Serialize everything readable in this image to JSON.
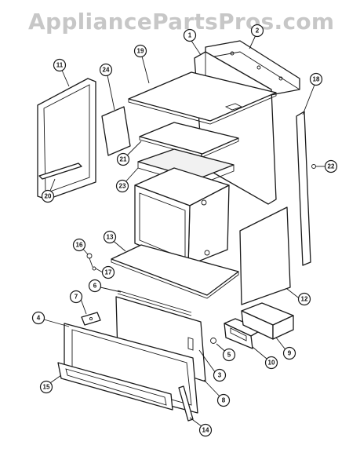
{
  "watermark": "AppliancePartsPros.com",
  "callouts": [
    {
      "id": "c1",
      "label": "1"
    },
    {
      "id": "c2",
      "label": "2"
    },
    {
      "id": "c3",
      "label": "3"
    },
    {
      "id": "c4",
      "label": "4"
    },
    {
      "id": "c5",
      "label": "5"
    },
    {
      "id": "c6",
      "label": "6"
    },
    {
      "id": "c7",
      "label": "7"
    },
    {
      "id": "c8",
      "label": "8"
    },
    {
      "id": "c9",
      "label": "9"
    },
    {
      "id": "c10",
      "label": "10"
    },
    {
      "id": "c11",
      "label": "11"
    },
    {
      "id": "c12",
      "label": "12"
    },
    {
      "id": "c13",
      "label": "13"
    },
    {
      "id": "c14",
      "label": "14"
    },
    {
      "id": "c15",
      "label": "15"
    },
    {
      "id": "c16",
      "label": "16"
    },
    {
      "id": "c17",
      "label": "17"
    },
    {
      "id": "c18",
      "label": "18"
    },
    {
      "id": "c19",
      "label": "19"
    },
    {
      "id": "c20",
      "label": "20"
    },
    {
      "id": "c21",
      "label": "21"
    },
    {
      "id": "c22",
      "label": "22"
    },
    {
      "id": "c23",
      "label": "23"
    },
    {
      "id": "c24",
      "label": "24"
    }
  ]
}
